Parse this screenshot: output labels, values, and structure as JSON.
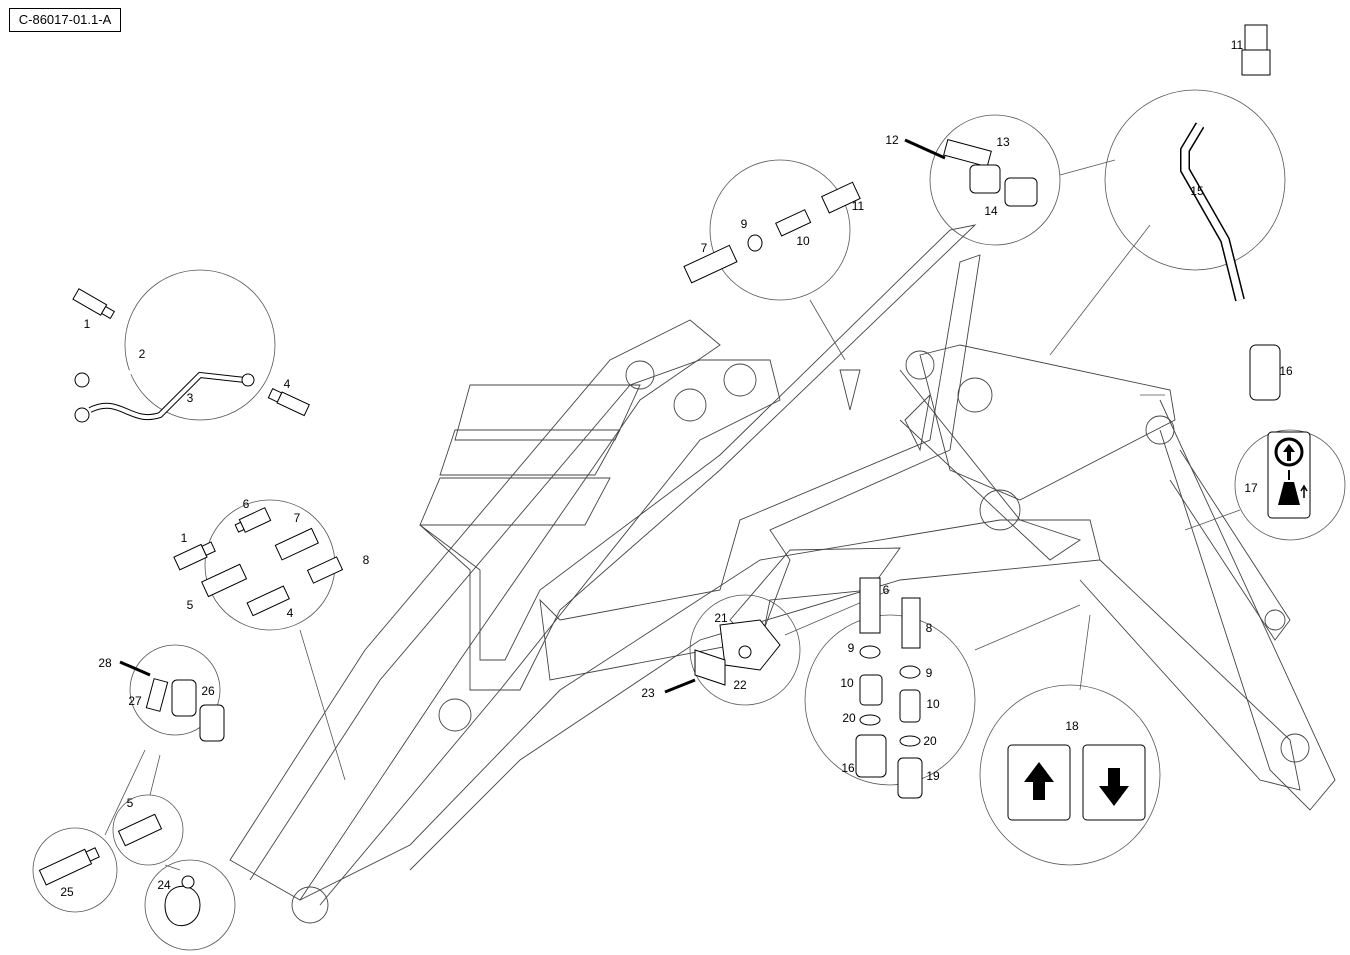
{
  "drawing_code": "C-86017-01.1-A",
  "callouts": [
    "1",
    "2",
    "3",
    "4",
    "1",
    "6",
    "7",
    "5",
    "4",
    "8",
    "28",
    "27",
    "26",
    "5",
    "25",
    "24",
    "7",
    "9",
    "10",
    "11",
    "12",
    "13",
    "14",
    "11",
    "15",
    "16",
    "17",
    "6",
    "8",
    "9",
    "9",
    "10",
    "10",
    "20",
    "20",
    "16",
    "19",
    "21",
    "22",
    "23",
    "18"
  ],
  "decal_17": {
    "arrow": "up-arrow-circle-icon",
    "symbol": "operator-lever-icon"
  },
  "decal_18": {
    "left_arrow": "up-arrow-icon",
    "right_arrow": "down-arrow-icon"
  },
  "colors": {
    "line": "#000000",
    "leader": "#555555",
    "decal_fill": "#000000"
  }
}
